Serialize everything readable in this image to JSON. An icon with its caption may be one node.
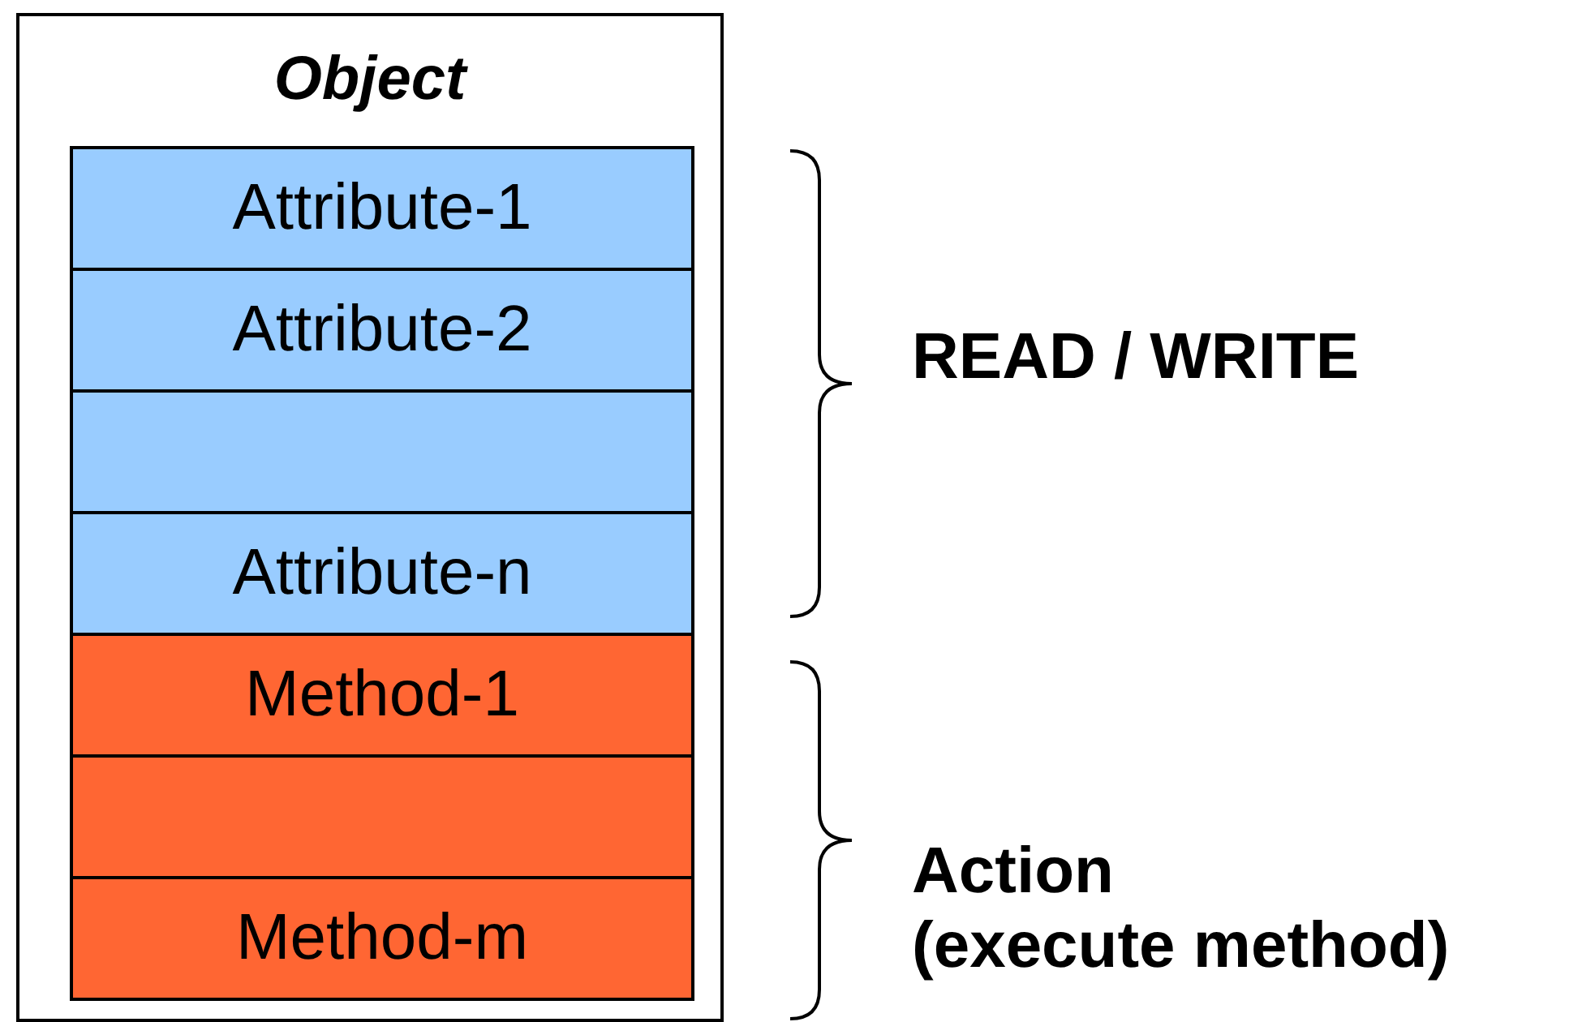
{
  "diagram": {
    "nodes": [
      {
        "text": [
          "Object"
        ]
      },
      {
        "text": [
          "Attribute-1"
        ],
        "in": 0
      },
      {
        "text": [
          "Attribute-2"
        ],
        "in": 0
      },
      {
        "text": [],
        "shape": "box",
        "in": 0
      },
      {
        "text": [
          "Attribute-n"
        ],
        "in": 0
      },
      {
        "text": [
          "Method-1"
        ],
        "in": 0
      },
      {
        "text": [],
        "shape": "box",
        "in": 0
      },
      {
        "text": [
          "Method-m"
        ],
        "in": 0
      }
    ],
    "labels": [
      "READ / WRITE",
      "Action",
      "(execute method)"
    ]
  }
}
